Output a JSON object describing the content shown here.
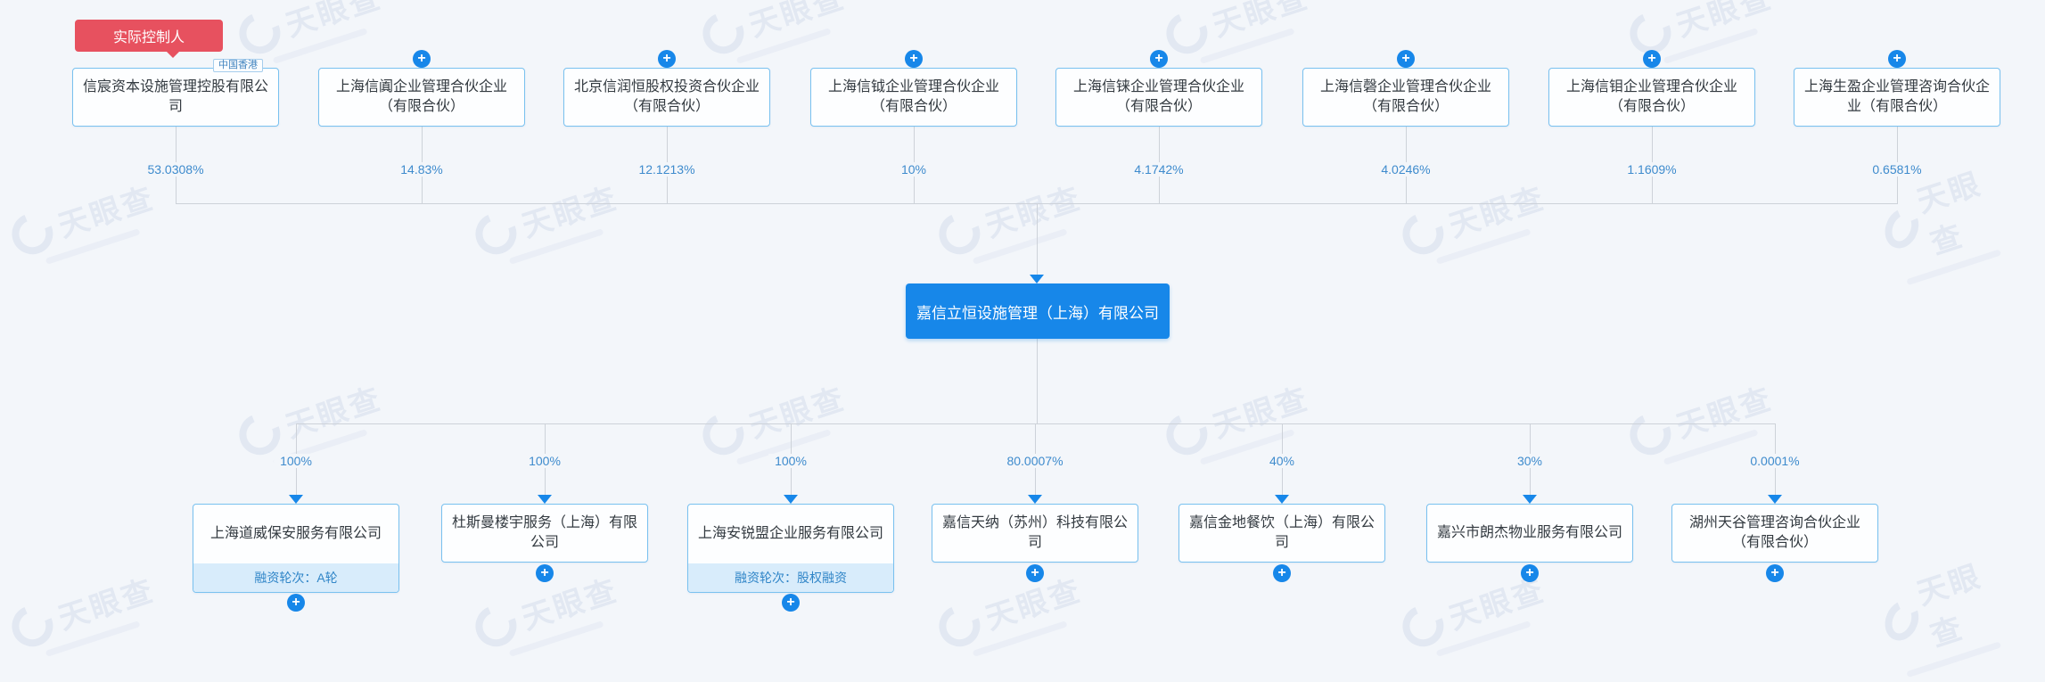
{
  "icons": {
    "plus": "+"
  },
  "watermark": {
    "text": "天眼查"
  },
  "badge": {
    "label": "实际控制人"
  },
  "region_tag": {
    "label": "中国香港"
  },
  "root_company": {
    "name": "嘉信立恒设施管理（上海）有限公司"
  },
  "shareholders": [
    {
      "name": "信宸资本设施管理控股有限公司",
      "percent": "53.0308%"
    },
    {
      "name": "上海信阗企业管理合伙企业（有限合伙）",
      "percent": "14.83%"
    },
    {
      "name": "北京信润恒股权投资合伙企业（有限合伙）",
      "percent": "12.1213%"
    },
    {
      "name": "上海信钺企业管理合伙企业（有限合伙）",
      "percent": "10%"
    },
    {
      "name": "上海信铼企业管理合伙企业（有限合伙）",
      "percent": "4.1742%"
    },
    {
      "name": "上海信磬企业管理合伙企业（有限合伙）",
      "percent": "4.0246%"
    },
    {
      "name": "上海信钼企业管理合伙企业（有限合伙）",
      "percent": "1.1609%"
    },
    {
      "name": "上海生盈企业管理咨询合伙企业（有限合伙）",
      "percent": "0.6581%"
    }
  ],
  "subsidiaries": [
    {
      "name": "上海道威保安服务有限公司",
      "percent": "100%",
      "funding_round": "融资轮次：A轮"
    },
    {
      "name": "杜斯曼楼宇服务（上海）有限公司",
      "percent": "100%"
    },
    {
      "name": "上海安锐盟企业服务有限公司",
      "percent": "100%",
      "funding_round": "融资轮次：股权融资"
    },
    {
      "name": "嘉信天纳（苏州）科技有限公司",
      "percent": "80.0007%"
    },
    {
      "name": "嘉信金地餐饮（上海）有限公司",
      "percent": "40%"
    },
    {
      "name": "嘉兴市朗杰物业服务有限公司",
      "percent": "30%"
    },
    {
      "name": "湖州天谷管理咨询合伙企业（有限合伙）",
      "percent": "0.0001%"
    }
  ],
  "colors": {
    "background": "#f3f6fa",
    "node_border_blue": "#79c1ef",
    "root_blue": "#1787e9",
    "badge_red": "#e7515f",
    "percent_blue": "#3e8bcd",
    "line_grey": "#cdd2d9",
    "footer_bg": "#d8ecfb"
  }
}
